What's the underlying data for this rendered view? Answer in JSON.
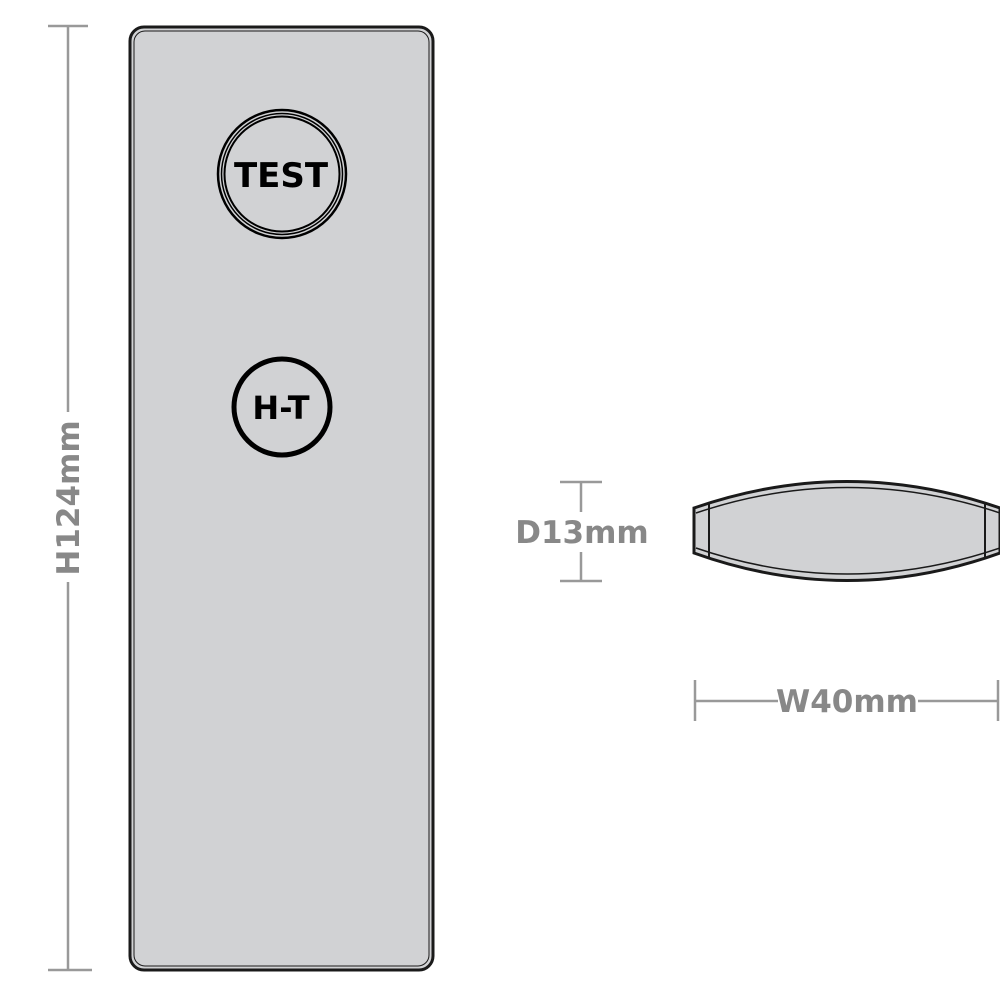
{
  "dimensions": {
    "height": "H124mm",
    "depth": "D13mm",
    "width": "W40mm"
  },
  "buttons": {
    "test": "TEST",
    "ht": "H-T"
  },
  "colors": {
    "body": "#d1d2d4",
    "outline": "#1a1a1a",
    "dimension": "#999999"
  }
}
